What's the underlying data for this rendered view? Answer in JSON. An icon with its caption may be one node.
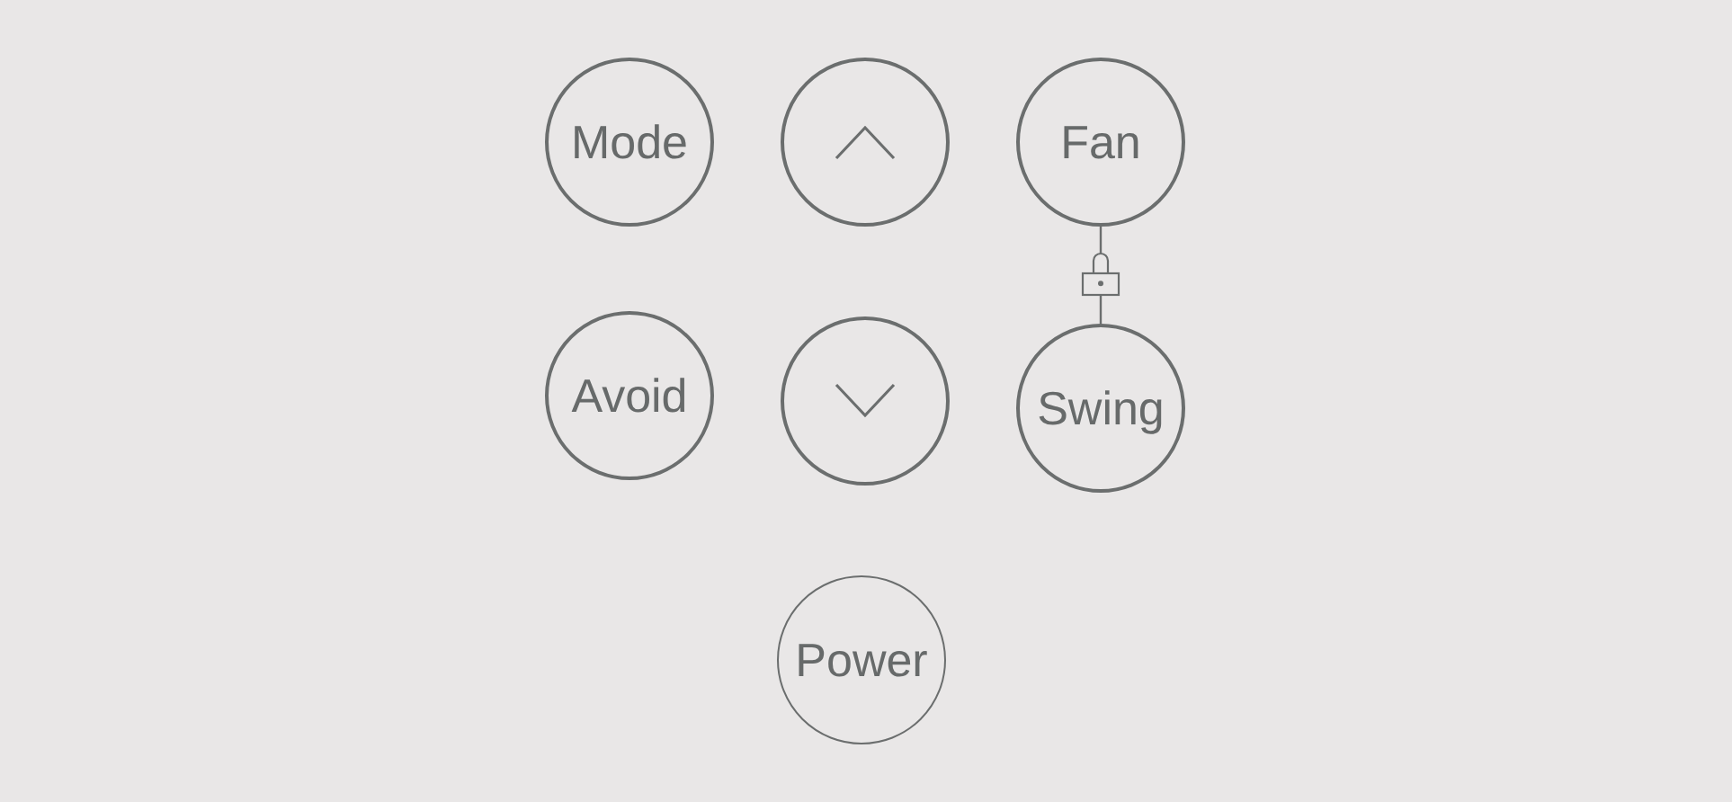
{
  "diagram": {
    "nodes": [
      {
        "text": [
          "Mode"
        ]
      },
      {
        "text": [],
        "shape": "circle"
      },
      {
        "text": [
          "Fan"
        ]
      },
      {
        "text": [
          "Avoid"
        ]
      },
      {
        "text": [],
        "shape": "circle"
      },
      {
        "text": [
          "Swing"
        ]
      },
      {
        "text": [
          "Power"
        ]
      }
    ],
    "edges": [
      {
        "from": 2,
        "to": 5,
        "arrow": "none"
      }
    ]
  }
}
